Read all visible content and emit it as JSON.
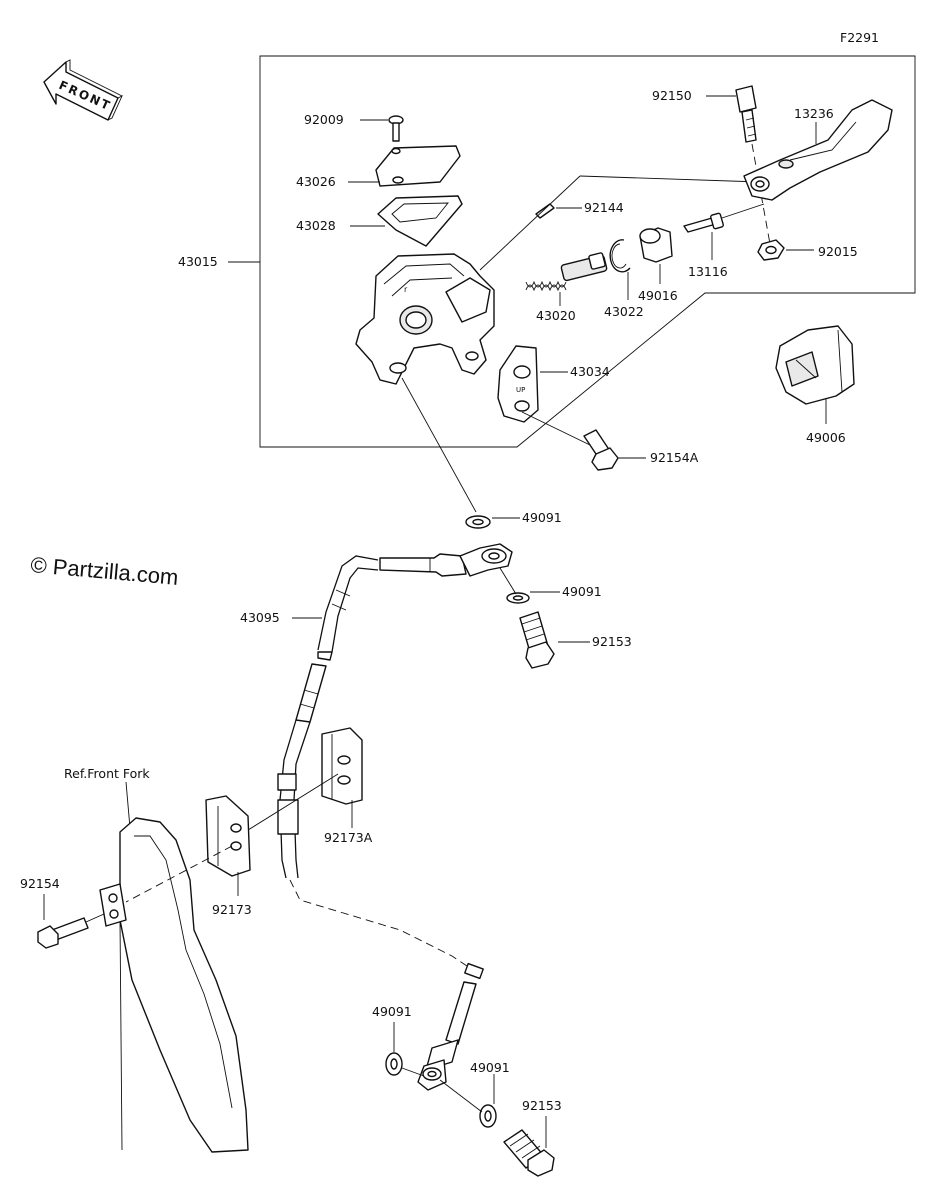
{
  "diagram": {
    "figure_code": "F2291",
    "front_arrow_label": "FRONT",
    "watermark": "© Partzilla.com",
    "ref_note": "Ref.Front Fork",
    "reservoir_text": "UP",
    "parts": {
      "p43015": "43015",
      "p92009": "92009",
      "p43026": "43026",
      "p43028": "43028",
      "p92144": "92144",
      "p43020": "43020",
      "p43022": "43022",
      "p49016": "49016",
      "p13116": "13116",
      "p92015": "92015",
      "p92150": "92150",
      "p13236": "13236",
      "p43034": "43034",
      "p92154A": "92154A",
      "p49006": "49006",
      "p49091_a": "49091",
      "p49091_b": "49091",
      "p92153_a": "92153",
      "p43095": "43095",
      "p92173A": "92173A",
      "p92173": "92173",
      "p92154": "92154",
      "p49091_c": "49091",
      "p49091_d": "49091",
      "p92153_b": "92153"
    }
  }
}
